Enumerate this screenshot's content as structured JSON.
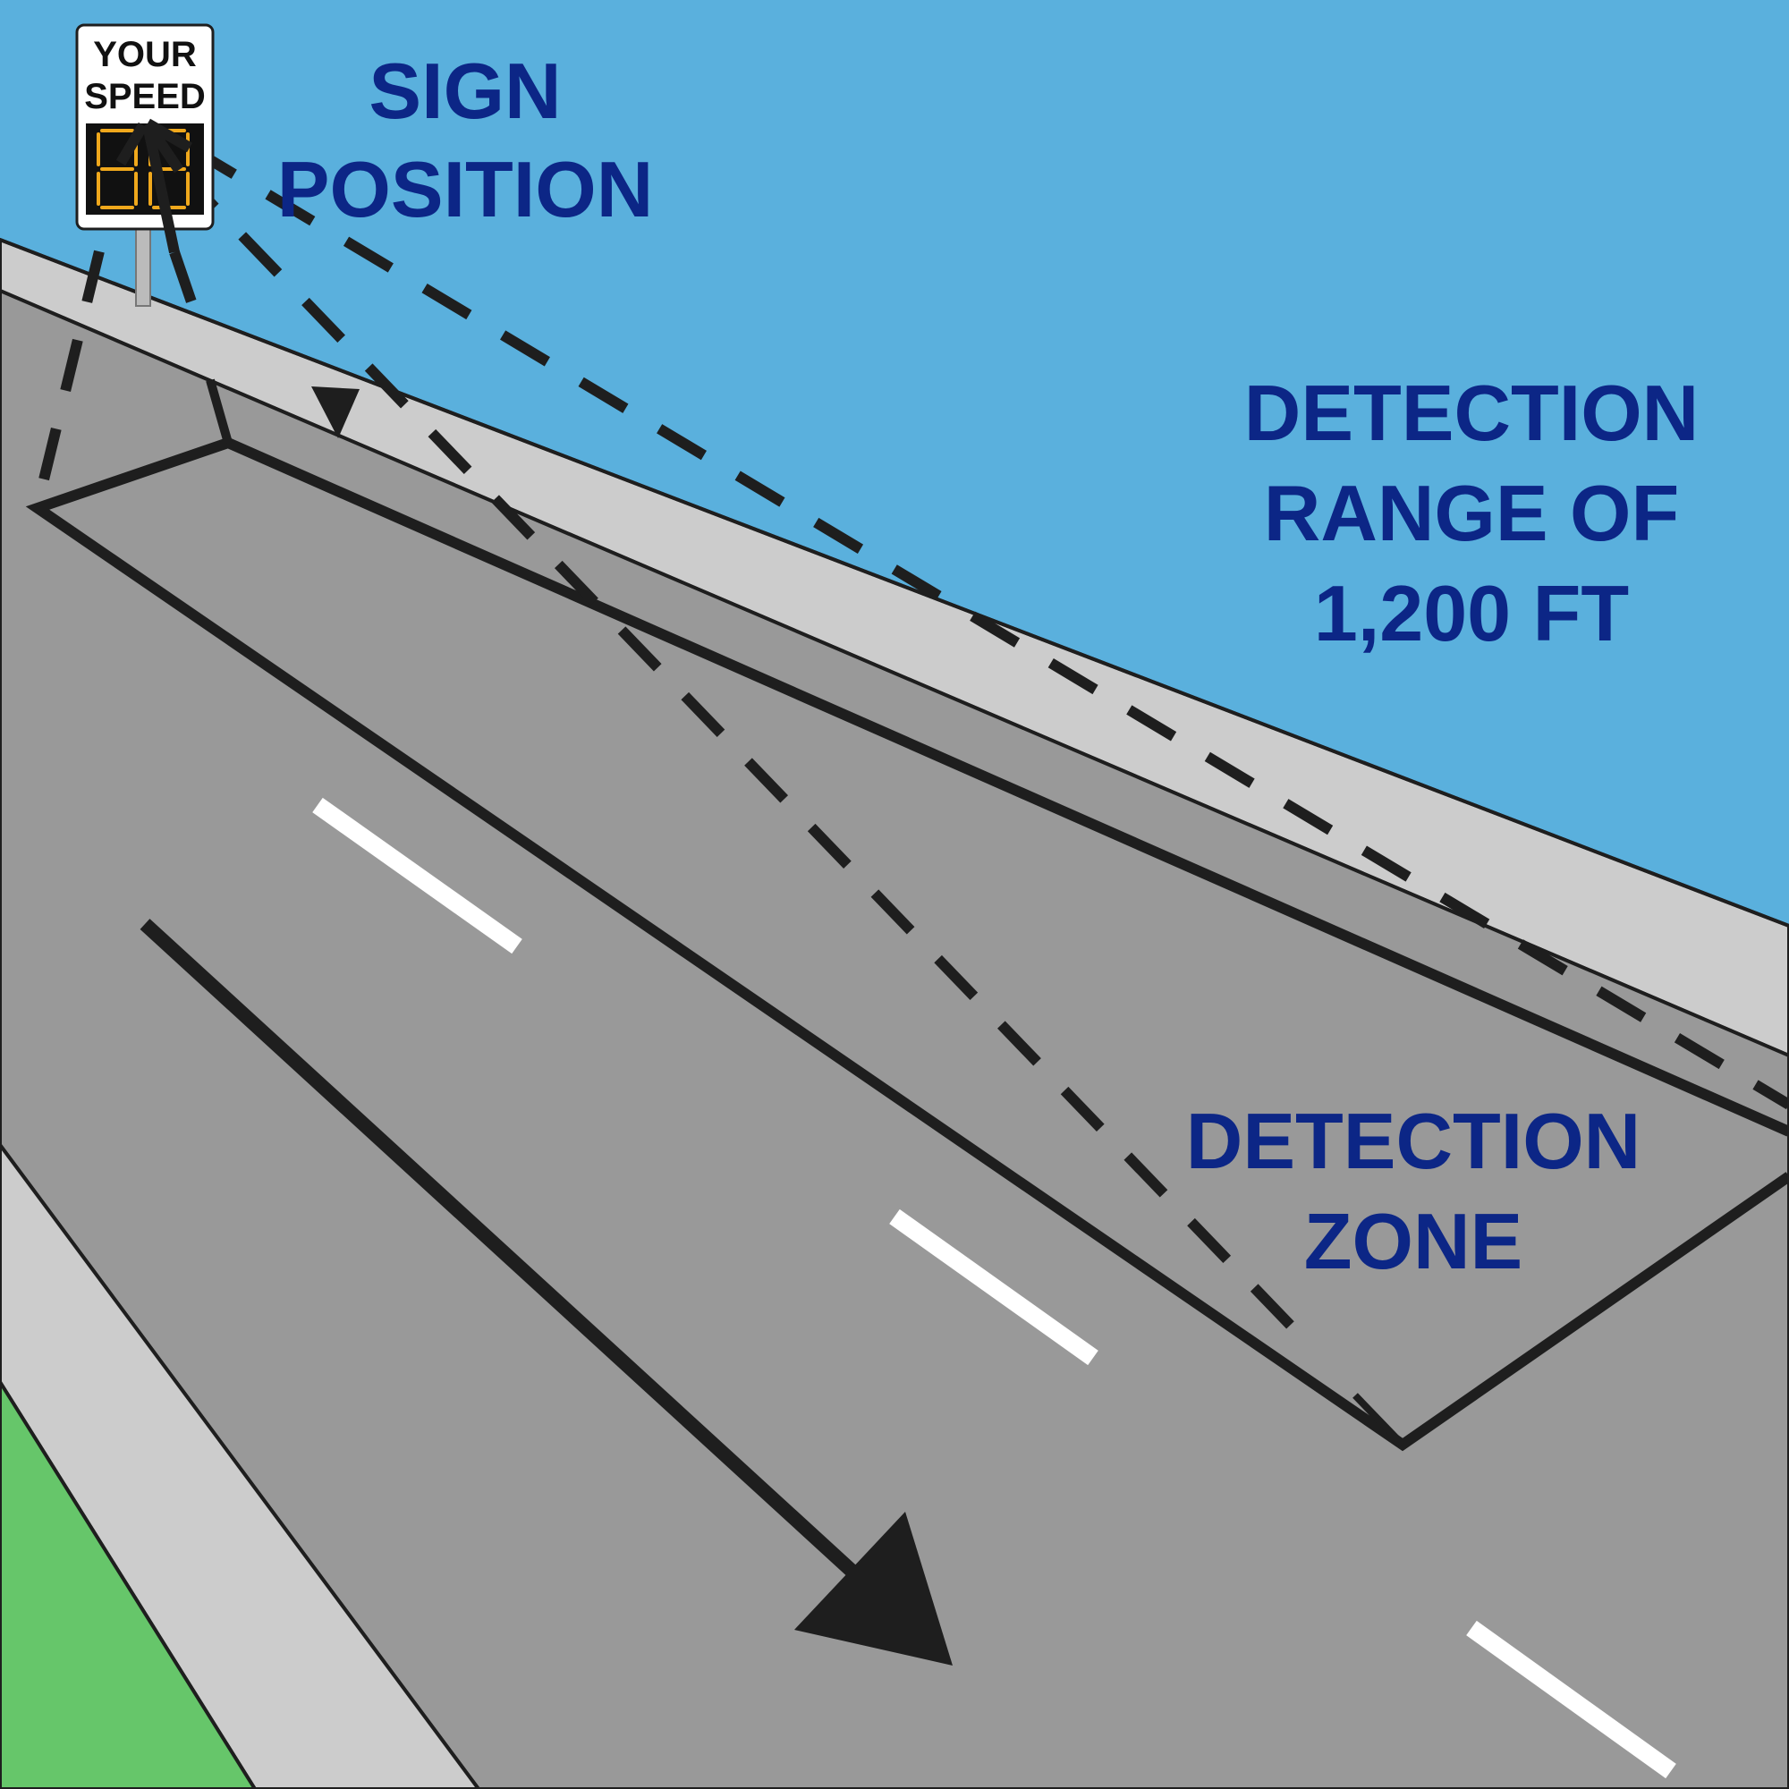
{
  "colors": {
    "sky": "#5ab0dd",
    "road": "#999999",
    "shoulder": "#cccccc",
    "grass": "#66c66a",
    "outline": "#1e1e1e",
    "lane_marking": "#ffffff",
    "label_text": "#0c2686",
    "speed_digits": "#f0a81c"
  },
  "sign": {
    "line1": "YOUR",
    "line2": "SPEED",
    "display_icon": "seven-segment-speed-display-icon"
  },
  "labels": {
    "sign_position": [
      "SIGN",
      "POSITION"
    ],
    "detection_range": [
      "DETECTION",
      "RANGE OF",
      "1,200 FT"
    ],
    "detection_zone": [
      "DETECTION",
      "ZONE"
    ]
  },
  "icons": {
    "traffic_direction": "traffic-direction-arrow-icon",
    "range_return": "range-return-arrow-icon"
  }
}
